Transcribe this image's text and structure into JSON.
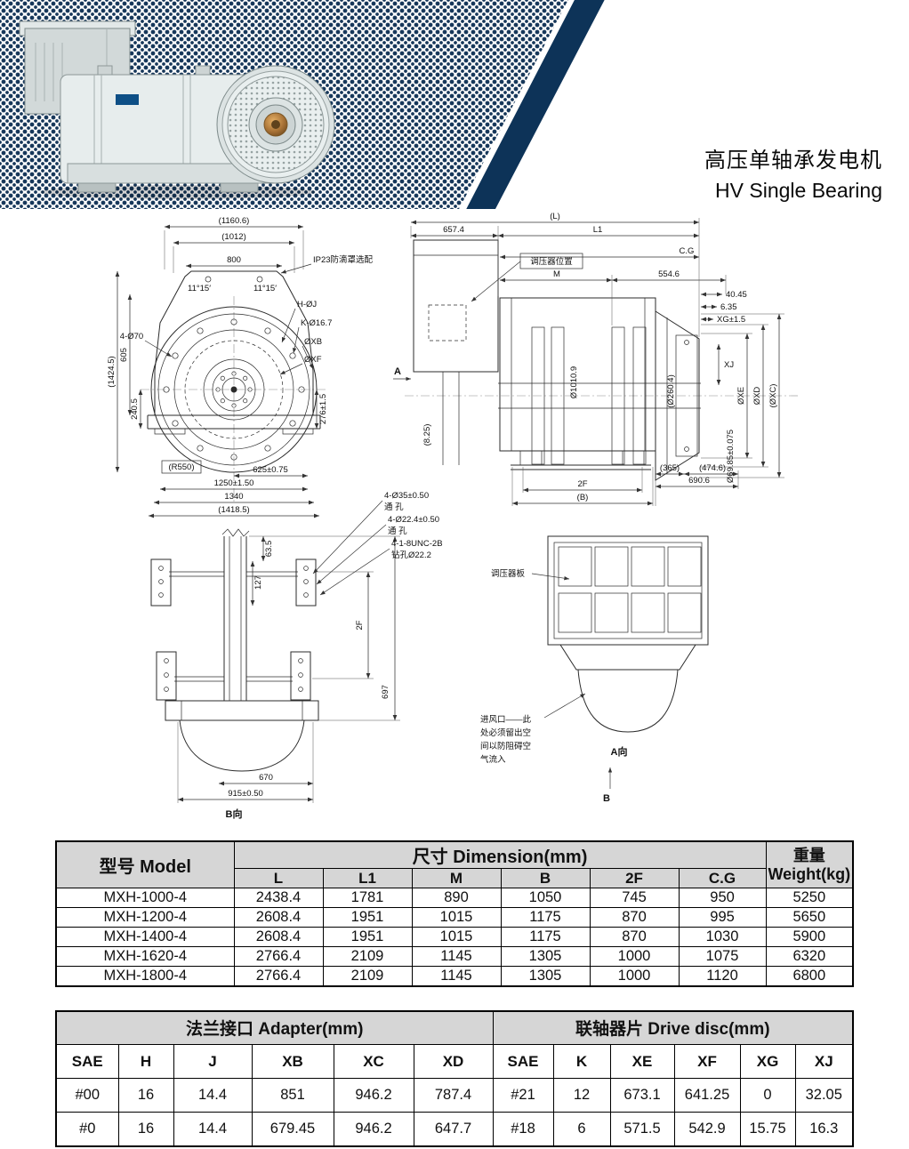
{
  "page": {
    "title_zh": "高压单轴承发电机",
    "title_en": "HV Single Bearing"
  },
  "drawings": {
    "front": {
      "d1160": "(1160.6)",
      "d1012": "(1012)",
      "d800": "800",
      "ip23": "IP23防滴罩选配",
      "angL": "11°15′",
      "angR": "11°15′",
      "hoj": "H-ØJ",
      "k167": "K-Ø16.7",
      "oxb": "ØXB",
      "oxf": "ØXF",
      "d4o70": "4-Ø70",
      "d605": "605",
      "d1424": "(1424.5)",
      "d240": "240.5",
      "d276": "276±1.5",
      "r550": "(R550)",
      "d625": "625±0.75",
      "d1250": "1250±1.50",
      "d1340": "1340",
      "d1418": "(1418.5)"
    },
    "side": {
      "dL": "(L)",
      "d657": "657.4",
      "dL1": "L1",
      "dCG": "C.G",
      "dM": "M",
      "d554": "554.6",
      "d4045": "40.45",
      "d635": "6.35",
      "dXG": "XG±1.5",
      "regulator": "调压器位置",
      "dXJ": "XJ",
      "dOXE": "ØXE",
      "dOXD": "ØXD",
      "dOXC": "(ØXC)",
      "d1010": "Ø1010.9",
      "d825": "(8.25)",
      "d260": "(Ø260.4)",
      "d365": "(365)",
      "d474": "(474.6)",
      "d690": "690.6",
      "d2F": "2F",
      "dB": "(B)",
      "d6985": "Ø69.85±0.075",
      "labelA": "A"
    },
    "bottom": {
      "d635": "63.5",
      "d127": "127",
      "c35": "4-Ø35±0.50",
      "c35b": "通  孔",
      "c224": "4-Ø22.4±0.50",
      "c224b": "通  孔",
      "cunc": "4-1-8UNC-2B",
      "cuncb": "钻孔Ø22.2",
      "d2F": "2F",
      "d697": "697",
      "d670": "670",
      "d915": "915±0.50",
      "bdir": "B向"
    },
    "top": {
      "regplate": "调压器板",
      "note1": "进风口——此",
      "note2": "处必须留出空",
      "note3": "间以防阻碍空",
      "note4": "气流入",
      "adir": "A向",
      "b": "B"
    }
  },
  "dim_table": {
    "h_model": "型号  Model",
    "h_dim": "尺寸 Dimension(mm)",
    "h_weight_zh": "重量",
    "h_weight_en": "Weight(kg)",
    "cols": [
      "L",
      "L1",
      "M",
      "B",
      "2F",
      "C.G"
    ],
    "rows": [
      [
        "MXH-1000-4",
        "2438.4",
        "1781",
        "890",
        "1050",
        "745",
        "950",
        "5250"
      ],
      [
        "MXH-1200-4",
        "2608.4",
        "1951",
        "1015",
        "1175",
        "870",
        "995",
        "5650"
      ],
      [
        "MXH-1400-4",
        "2608.4",
        "1951",
        "1015",
        "1175",
        "870",
        "1030",
        "5900"
      ],
      [
        "MXH-1620-4",
        "2766.4",
        "2109",
        "1145",
        "1305",
        "1000",
        "1075",
        "6320"
      ],
      [
        "MXH-1800-4",
        "2766.4",
        "2109",
        "1145",
        "1305",
        "1000",
        "1120",
        "6800"
      ]
    ]
  },
  "flange_table": {
    "h_left": "法兰接口 Adapter(mm)",
    "h_right": "联轴器片 Drive disc(mm)",
    "cols": [
      "SAE",
      "H",
      "J",
      "XB",
      "XC",
      "XD",
      "SAE",
      "K",
      "XE",
      "XF",
      "XG",
      "XJ"
    ],
    "rows": [
      [
        "#00",
        "16",
        "14.4",
        "851",
        "946.2",
        "787.4",
        "#21",
        "12",
        "673.1",
        "641.25",
        "0",
        "32.05"
      ],
      [
        "#0",
        "16",
        "14.4",
        "679.45",
        "946.2",
        "647.7",
        "#18",
        "6",
        "571.5",
        "542.9",
        "15.75",
        "16.3"
      ]
    ]
  }
}
